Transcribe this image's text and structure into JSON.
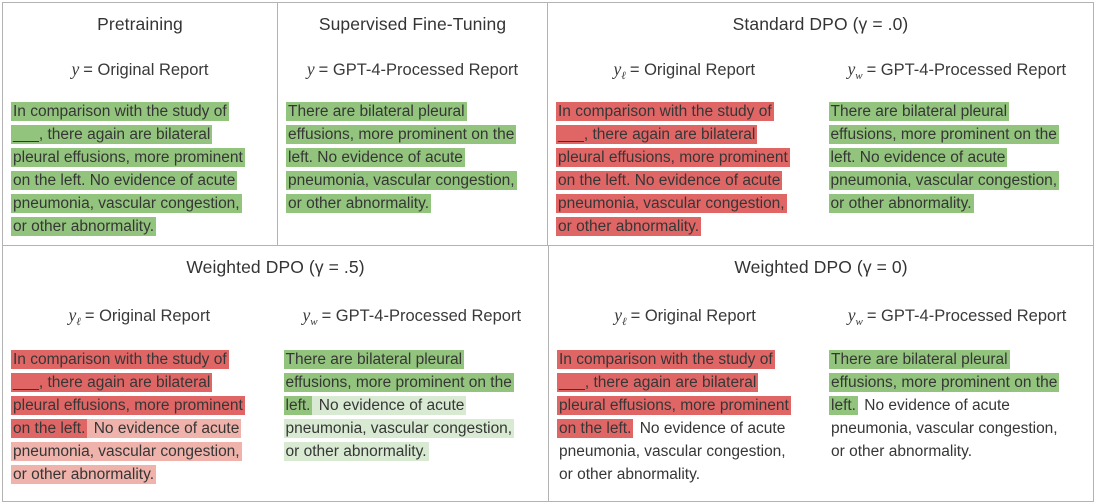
{
  "colors": {
    "green": "#93c47d",
    "light-green": "#d9ead3",
    "red": "#e06666",
    "light-red": "#efb3ab",
    "border": "#b3b3b3",
    "text": "#363636"
  },
  "panels": {
    "pretraining": {
      "title": "Pretraining",
      "columns": [
        {
          "label": {
            "y": "y",
            "sub": "",
            "rest": "= Original Report"
          },
          "segments": [
            {
              "text": "In comparison with the study of",
              "hl": "green",
              "br": true
            },
            {
              "text": "___, there again are bilateral",
              "hl": "green",
              "br": true
            },
            {
              "text": "pleural effusions, more prominent",
              "hl": "green",
              "br": true
            },
            {
              "text": "on the left. No evidence of acute",
              "hl": "green",
              "br": true
            },
            {
              "text": "pneumonia, vascular congestion,",
              "hl": "green",
              "br": true
            },
            {
              "text": "or other abnormality.",
              "hl": "green"
            }
          ]
        }
      ]
    },
    "sft": {
      "title": "Supervised Fine-Tuning",
      "columns": [
        {
          "label": {
            "y": "y",
            "sub": "",
            "rest": "= GPT-4-Processed Report"
          },
          "segments": [
            {
              "text": "There are bilateral pleural",
              "hl": "green",
              "br": true
            },
            {
              "text": "effusions, more prominent on the",
              "hl": "green",
              "br": true
            },
            {
              "text": "left. No evidence of acute",
              "hl": "green",
              "br": true
            },
            {
              "text": "pneumonia, vascular congestion,",
              "hl": "green",
              "br": true
            },
            {
              "text": "or other abnormality.",
              "hl": "green"
            }
          ]
        }
      ]
    },
    "standard_dpo": {
      "title": "Standard DPO (γ = .0)",
      "columns": [
        {
          "label": {
            "y": "y",
            "sub": "ℓ",
            "rest": "= Original Report"
          },
          "segments": [
            {
              "text": "In comparison with the study of",
              "hl": "red",
              "br": true
            },
            {
              "text": "___, there again are bilateral",
              "hl": "red",
              "br": true
            },
            {
              "text": "pleural effusions, more prominent",
              "hl": "red",
              "br": true
            },
            {
              "text": "on the left. No evidence of acute",
              "hl": "red",
              "br": true
            },
            {
              "text": "pneumonia, vascular congestion,",
              "hl": "red",
              "br": true
            },
            {
              "text": "or other abnormality.",
              "hl": "red"
            }
          ]
        },
        {
          "label": {
            "y": "y",
            "sub": "w",
            "rest": "= GPT-4-Processed Report"
          },
          "segments": [
            {
              "text": "There are bilateral pleural",
              "hl": "green",
              "br": true
            },
            {
              "text": "effusions, more prominent on the",
              "hl": "green",
              "br": true
            },
            {
              "text": "left. No evidence of acute",
              "hl": "green",
              "br": true
            },
            {
              "text": "pneumonia, vascular congestion,",
              "hl": "green",
              "br": true
            },
            {
              "text": "or other abnormality.",
              "hl": "green"
            }
          ]
        }
      ]
    },
    "weighted_dpo_05": {
      "title": "Weighted DPO (γ = .5)",
      "columns": [
        {
          "label": {
            "y": "y",
            "sub": "ℓ",
            "rest": "= Original Report"
          },
          "segments": [
            {
              "text": "In comparison with the study of",
              "hl": "red",
              "br": true
            },
            {
              "text": "___, there again are bilateral",
              "hl": "red",
              "br": true
            },
            {
              "text": "pleural effusions, more prominent",
              "hl": "red",
              "br": true
            },
            {
              "text": "on the left.",
              "hl": "red"
            },
            {
              "text": " No evidence of acute",
              "hl": "light-red",
              "br": true
            },
            {
              "text": "pneumonia, vascular congestion,",
              "hl": "light-red",
              "br": true
            },
            {
              "text": "or other abnormality.",
              "hl": "light-red"
            }
          ]
        },
        {
          "label": {
            "y": "y",
            "sub": "w",
            "rest": "= GPT-4-Processed Report"
          },
          "segments": [
            {
              "text": "There are bilateral pleural",
              "hl": "green",
              "br": true
            },
            {
              "text": "effusions, more prominent on the",
              "hl": "green",
              "br": true
            },
            {
              "text": "left.",
              "hl": "green"
            },
            {
              "text": " No evidence of acute",
              "hl": "light-green",
              "br": true
            },
            {
              "text": "pneumonia, vascular congestion,",
              "hl": "light-green",
              "br": true
            },
            {
              "text": "or other abnormality.",
              "hl": "light-green"
            }
          ]
        }
      ]
    },
    "weighted_dpo_0": {
      "title": "Weighted DPO (γ = 0)",
      "columns": [
        {
          "label": {
            "y": "y",
            "sub": "ℓ",
            "rest": "= Original Report"
          },
          "segments": [
            {
              "text": "In comparison with the study of",
              "hl": "red",
              "br": true
            },
            {
              "text": "___, there again are bilateral",
              "hl": "red",
              "br": true
            },
            {
              "text": "pleural effusions, more prominent",
              "hl": "red",
              "br": true
            },
            {
              "text": "on the left.",
              "hl": "red"
            },
            {
              "text": " No evidence of acute",
              "hl": "none",
              "br": true
            },
            {
              "text": "pneumonia, vascular congestion,",
              "hl": "none",
              "br": true
            },
            {
              "text": "or other abnormality.",
              "hl": "none"
            }
          ]
        },
        {
          "label": {
            "y": "y",
            "sub": "w",
            "rest": "= GPT-4-Processed Report"
          },
          "segments": [
            {
              "text": "There are bilateral pleural",
              "hl": "green",
              "br": true
            },
            {
              "text": "effusions, more prominent on the",
              "hl": "green",
              "br": true
            },
            {
              "text": "left.",
              "hl": "green"
            },
            {
              "text": " No evidence of acute",
              "hl": "none",
              "br": true
            },
            {
              "text": "pneumonia, vascular congestion,",
              "hl": "none",
              "br": true
            },
            {
              "text": "or other abnormality.",
              "hl": "none"
            }
          ]
        }
      ]
    }
  }
}
